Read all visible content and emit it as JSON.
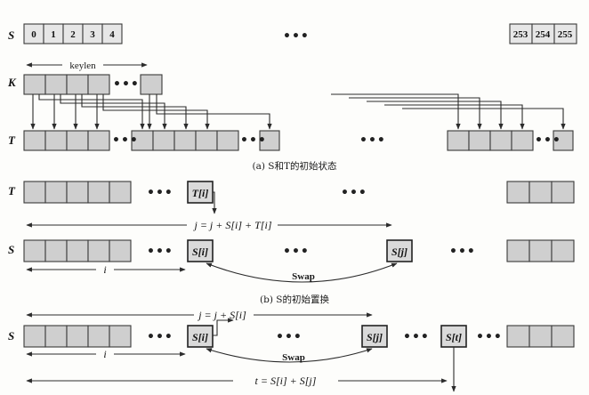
{
  "labels": {
    "S": "S",
    "K": "K",
    "T": "T",
    "keylen": "keylen",
    "dots": "•••",
    "ti": "T[i]",
    "si": "S[i]",
    "sj": "S[j]",
    "st": "S[t]",
    "swap": "Swap",
    "i": "i",
    "eq_b": "j = j + S[i] + T[i]",
    "eq_c": "j = j + S[i]",
    "eq_t": "t = S[i] + S[j]"
  },
  "s_cells_left": [
    "0",
    "1",
    "2",
    "3",
    "4"
  ],
  "s_cells_right": [
    "253",
    "254",
    "255"
  ],
  "captions": {
    "a": "(a) S和T的初始状态",
    "b": "(b) S的初始置换"
  },
  "colors": {
    "cell_fill": "#cfcfcf",
    "stroke": "#3a3a3a",
    "background": "#fdfdfb"
  }
}
